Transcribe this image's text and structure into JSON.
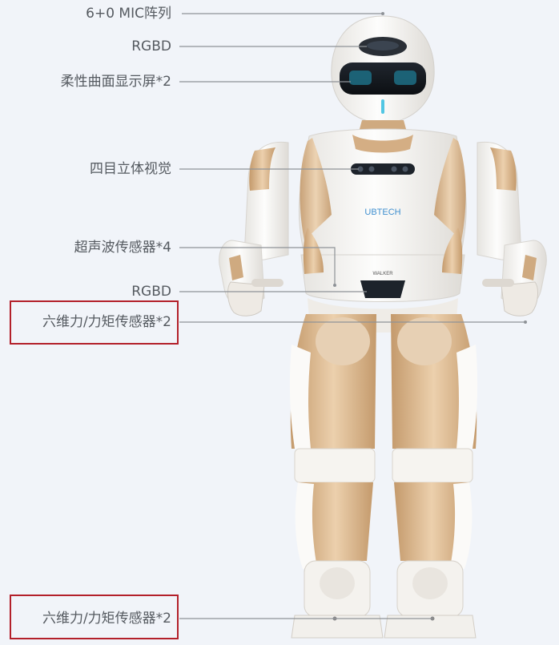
{
  "brand_text": "UBTECH",
  "model_text": "WALKER",
  "labels": [
    {
      "text": "6+0 MIC阵列"
    },
    {
      "text": "RGBD"
    },
    {
      "text": "柔性曲面显示屏*2"
    },
    {
      "text": "四目立体视觉"
    },
    {
      "text": "超声波传感器*4"
    },
    {
      "text": "RGBD"
    },
    {
      "text": "六维力/力矩传感器*2"
    },
    {
      "text": "六维力/力矩传感器*2"
    }
  ],
  "colors": {
    "background": "#f1f4f9",
    "highlight": "#b3202a",
    "shell": "#f7f7f5",
    "gold": "#d9b48a",
    "leader": "#8e9297"
  }
}
